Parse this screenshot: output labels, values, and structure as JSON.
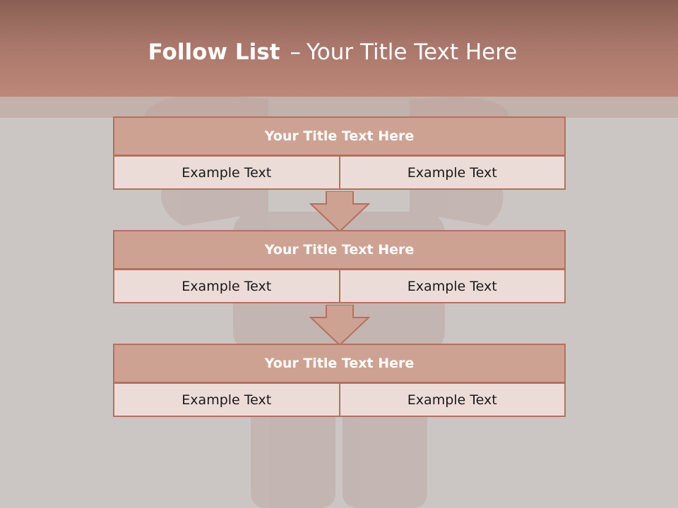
{
  "header": {
    "title_strong": "Follow List",
    "title_sep": "–",
    "title_rest": "Your Title Text Here"
  },
  "blocks": [
    {
      "title": "Your Title Text Here",
      "left": "Example Text",
      "right": "Example Text"
    },
    {
      "title": "Your Title Text Here",
      "left": "Example Text",
      "right": "Example Text"
    },
    {
      "title": "Your Title Text Here",
      "left": "Example Text",
      "right": "Example Text"
    }
  ],
  "colors": {
    "header_top": "#8a5f53",
    "header_bottom": "#bd8878",
    "block_header": "#cea292",
    "block_border": "#b4705f",
    "cell_fill": "#ecdcd7",
    "background": "#cbc6c4"
  },
  "icons": [
    "down-arrow-icon"
  ]
}
